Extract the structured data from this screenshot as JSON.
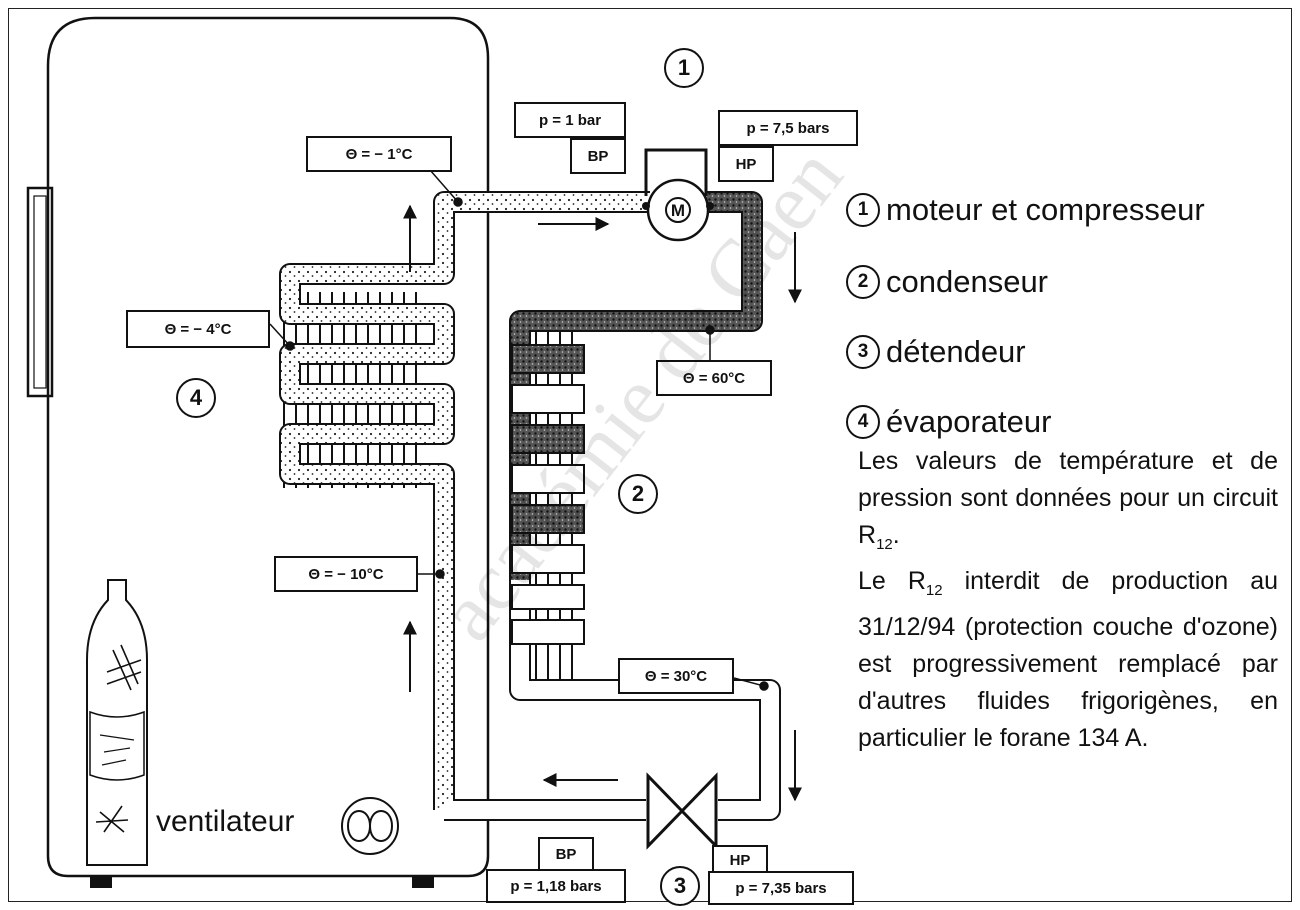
{
  "components": {
    "c1": {
      "number": "1",
      "label": "moteur et compresseur"
    },
    "c2": {
      "number": "2",
      "label": "condenseur"
    },
    "c3": {
      "number": "3",
      "label": "détendeur"
    },
    "c4": {
      "number": "4",
      "label": "évaporateur"
    }
  },
  "motor_symbol": "M",
  "labels": {
    "p_bp_top": "p = 1 bar",
    "bp_top": "BP",
    "p_hp_top": "p = 7,5 bars",
    "hp_top": "HP",
    "temp_minus1": "Θ = − 1°C",
    "temp_minus4": "Θ = − 4°C",
    "temp_60": "Θ = 60°C",
    "temp_minus10": "Θ = − 10°C",
    "temp_30": "Θ = 30°C",
    "bp_bottom": "BP",
    "p_bp_bottom": "p = 1,18 bars",
    "hp_bottom": "HP",
    "p_hp_bottom": "p = 7,35 bars"
  },
  "fan_label": "ventilateur",
  "note": {
    "line1_pre": "Les valeurs de température et de pression sont données pour un circuit R",
    "sub1": "12",
    "line1_post": ".",
    "line2_pre": "Le R",
    "sub2": "12",
    "line2_post": " interdit de production au 31/12/94 (protection couche d'ozone) est progressivement remplacé par d'autres fluides frigorigènes, en particulier le forane 134 A."
  },
  "watermark": "académie de Caen"
}
